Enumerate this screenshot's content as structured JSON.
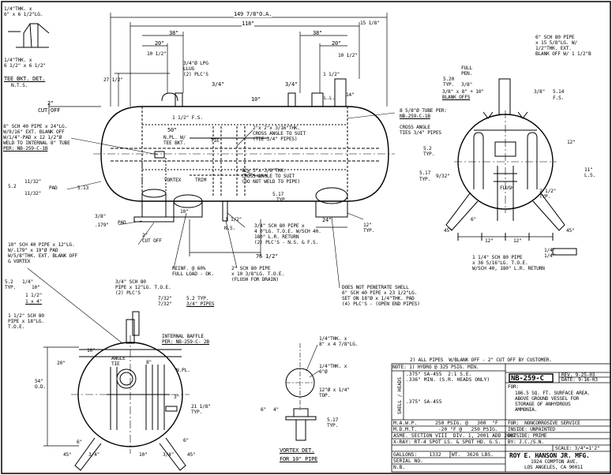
{
  "drawing_number": "NB-259-C",
  "revision": "REV. 9-25-03",
  "date": "DATE: 9-16-03",
  "scale": "SCALE: 3/4\"=1'2\"",
  "by": "BY: J.C./S.N.",
  "company": {
    "name": "ROY E. HANSON JR. MFG.",
    "address1": "1924 COMPTON AVE.",
    "address2": "LOS ANGELES, CA 90011"
  },
  "description": {
    "for_label": "FOR:",
    "line1": "186.5 SQ. FT. SURFACE AREA.",
    "line2": "ABOVE GROUND VESSEL FOR",
    "line3": "STORAGE OF ANHYDROUS",
    "line4": "AMMONIA.",
    "service": "FOR:  NONCORROSIVE SERVICE",
    "inside": "INSIDE: UNPAINTED",
    "outside": "OUTSIDE: PRIME"
  },
  "notes": {
    "note2": "2) ALL PIPES  W/BLANK OFF - 2\" CUT OFF BY CUSTOMER.",
    "note1": "NOTE: 1) HYDRO @ 325 PSIG. MIN."
  },
  "shell_table": {
    "side_title": "SHELL / HEADS",
    "rows": [
      ".375\" SA-455  2:1 S.E.",
      ".336\" MIN. (S.R. HEADS ONLY)",
      "",
      ".375\" SA-455"
    ]
  },
  "ratings": {
    "mawp": "M.A.W.P.      250 PSIG. @   300  °F",
    "mdmt": "M.D.M.T.       -20 °F @   250 PSIG.",
    "asme": "ASME. SECTION VIII  DIV. 1, 2001 ADD 2002",
    "xray": "X-RAY: RT-4 SPOT LS. & SPOT HD. G.S.",
    "gallons": "GALLONS:    1332",
    "weight": "WT.  3626 LBS.",
    "serial": "SERIAL NO.",
    "nb": "N.B."
  },
  "labels": {
    "tee_bkt_1": "1/4\"THK. x",
    "tee_bkt_2": "6\" x 6 1/2\"LG.",
    "tee_bkt_3": "1/4\"THK. x",
    "tee_bkt_4": "6 1/2\" x 6 1/2\"",
    "tee_bkt_title": "TEE BKT. DET.",
    "tee_bkt_nts": "N.T.S.",
    "oa": "149 7/8\"O.A.",
    "d118": "118\"",
    "d38a": "38\"",
    "d38b": "38\"",
    "d20a": "20\"",
    "d20b": "20\"",
    "d15": "15 1/8\"",
    "d10a": "10 1/2\"",
    "d10b": "10 1/2\"",
    "d27": "27 1/2\"",
    "cutoff1": "2\"",
    "cutoff2": "CUT OFF",
    "lpg1": "3/4\"Ø LPG",
    "lpg2": "LLUG",
    "lpg3": "(2) PLC'S",
    "d34a": "3/4\"",
    "d34b": "3/4\"",
    "d10": "10\"",
    "fs": "1 1/2\" F.S.",
    "d50": "50\"",
    "npl": "N.PL. W/",
    "teebkt": "TEE BKT.",
    "tie": "TIE",
    "ll": "L.L.",
    "d14": "14\"",
    "d112": "1 1/2\"",
    "sch40_1": "8\" SCH 40 PIPE x 24\"LG.",
    "sch40_2": "W/9/16\" EXT. BLANK OFF",
    "sch40_3": "W/1/4\"-PAD x 12 1/2\"Ø",
    "sch40_4": "WELD TO INTERNAL 8\" TUBE",
    "sch40_5": "PER: NB-259-C-1B",
    "tube1": "8 5/8\"Ø TUBE PER:",
    "tube2": "NB-259-C-1B",
    "angle1": "2\"x 2\"x 3/16\"THK.",
    "angle2": "CROSS ANGLE TO SUIT",
    "angle3": "(TIE 3/4\" PIPES)",
    "angle4": "3\"x 3\"x 3/8\"THK.",
    "angle5": "CROSS ANGLE TO SUIT",
    "angle6": "(DO NOT WELD TO PIPE)",
    "vortex": "VORTEX",
    "trim": "TRIM",
    "pad1": "11/32\"",
    "pad2": "11/32\"",
    "pad3": "PAD",
    "s52": "5.2",
    "s513": "5.13",
    "s517": "5.17",
    "typ": "TYP.",
    "d38": "3/8\"",
    "d179": ".179\"",
    "pad": "PAD",
    "d10c": "10\"",
    "d112b": "1 1/2\"",
    "ns": "N.S.",
    "sch80_1": "3/4\" SCH 80 PIPE x",
    "sch80_2": "4 0\"LG. T.O.E. W/SCH 40.",
    "sch80_3": "180° L.R. RETURN",
    "sch80_4": "(2) PLC'S - N.S. & F.S.",
    "d76": "76 1/2\"",
    "d24": "24\"",
    "d12": "12\"",
    "vortex1": "10\" SCH 40 PIPE x 12\"LG.",
    "vortex2": "W/.179\" x 19\"Ø PAD",
    "vortex3": "W/5/8\"THK. EXT. BLANK OFF",
    "vortex4": "& VORTEX",
    "reinf1": "REINF. @ 60%",
    "reinf2": "FULL LOAD - OK.",
    "drain1": "2\" SCH 80 PIPE",
    "drain2": "x 10 3/8\"LG. T.O.E.",
    "drain3": "(FLUSH FOR DRAIN)",
    "pen1": "DOES NOT PENETRATE SHELL",
    "pen2": "6\" SCH 40 PIPE x 23 1/2\"LG.",
    "pen3": "SET ON 18\"Ø x 1/4\"THK. PAD",
    "pen4": "(4) PLC'S - (OPEN END PIPES)",
    "r_sch80_1": "6\" SCH 80 PIPE",
    "r_sch80_2": "x 15 5/8\"LG. W/",
    "r_sch80_3": "1/2\"THK. EXT.",
    "r_sch80_4": "BLANK OFF W/ 1 1/2\"B",
    "fullpen1": "FULL",
    "fullpen2": "PEN.",
    "r520": "5.20",
    "rtyp": "TYP.",
    "r38": "3/8\"",
    "r38b": "3/8\" x 8\" + 10\"",
    "blankoffs": "BLANK OFFS",
    "r514": "5.14",
    "r38c": "3/8\"",
    "fs2": "F.S.",
    "cross1": "CROSS ANGLE",
    "cross2": "TIES 3/4\" PIPES",
    "r12": "12\"",
    "r52": "5.2",
    "rtyp2": "TYP.",
    "r517": "5.17",
    "r932": "9/32\"",
    "rtyp3": "TYP.",
    "r11": "11\"",
    "rls": "L.S.",
    "rflush": "FLUSH",
    "r25": "2 1/2\"",
    "rtyp4": "TYP.",
    "r45a": "45°",
    "r45b": "45°",
    "r6": "6\"",
    "r12b": "12\"",
    "r12c": "12\"",
    "r114a": "1 1/4\" SCH 80 PIPE",
    "r114b": "x 36 5/16\"LG. T.O.E.",
    "r114c": "W/SCH 40, 180° L.R. RETURN",
    "r14a": "1/4\"",
    "r14b": "1/4\"",
    "l52": "5.2",
    "l14": "1/4\"",
    "ltyp": "TYP.",
    "l10": "10\"",
    "l112": "1 1/2\"",
    "l1x4": "1 x 4\"",
    "l34sch": "3/4\" SCH 80",
    "l34b": "PIPE x 12\"LG. T.O.E.",
    "l34c": "(2) PLC'S",
    "l732a": "7/32\"",
    "l732b": "7/32\"",
    "l52typ": "5.2 TYP.",
    "l34pipes": "3/4\" PIPES",
    "l112sch": "1 1/2\" SCH 80",
    "l112b": "PIPE x 18\"LG.",
    "l112c": "T.O.E.",
    "baffle1": "INTERNAL BAFFLE",
    "baffle2": "PER: NB-259-C- 2B",
    "l20": "20\"",
    "l10b": "10\"",
    "angle": "ANGLE",
    "tie2": "TIE",
    "l8": "8\"",
    "l54": "54\"",
    "lod": "O.D.",
    "lnpl": "N.PL.",
    "l3": "3\"",
    "l218": "21 1/8\"",
    "ltyp5": "TYP.",
    "l6": "6\"",
    "l45a": "45°",
    "l45b": "45°",
    "l34a": "3/4\"",
    "l34c2": "3/4\"",
    "l10d": "10\"",
    "l6b": "6\"",
    "v14a": "1/4\"THK. x",
    "v14b": "8\" x 4 7/8\"LG.",
    "v14c": "1/4\"THK. x",
    "v14d": "6\"Ø",
    "v12": "12\"Ø x 1/4\"",
    "vtop": "TOP.",
    "v6": "6\"",
    "v4": "4\"",
    "v517": "5.17",
    "vtyp": "TYP.",
    "vtitle": "VORTEX DET.",
    "vfor": "FOR 10\" PIPE"
  }
}
